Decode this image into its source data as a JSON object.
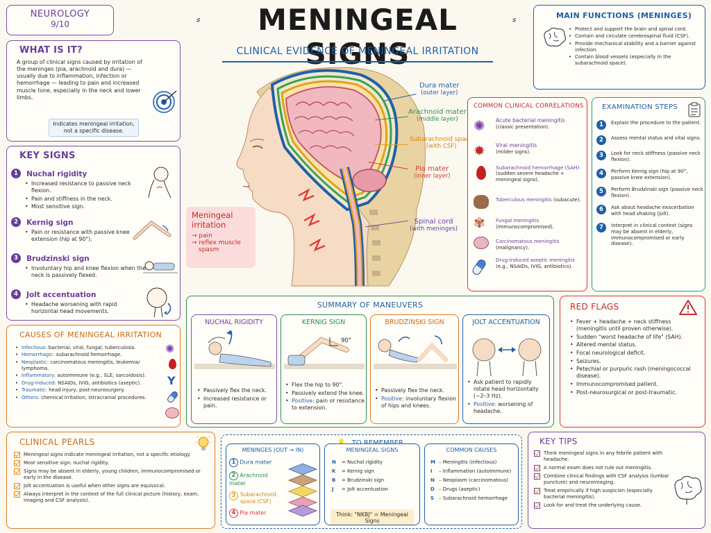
{
  "badge": {
    "line1": "NEUROLOGY",
    "line2": "9/10"
  },
  "title": "MENINGEAL SIGNS",
  "subtitle": "CLINICAL EVIDENCE OF MENINGEAL IRRITATION",
  "what_is_it": {
    "heading": "WHAT IS IT?",
    "text": "A group of clinical signs caused by irritation of the meninges (pia, arachnoid and dura) — usually due to inflammation, infection or hemorrhage — leading to pain and increased muscle tone, especially in the neck and lower limbs.",
    "note": "Indicates meningeal irritation, not a specific disease."
  },
  "key_signs": {
    "heading": "KEY SIGNS",
    "items": [
      {
        "num": "1",
        "title": "Nuchal rigidity",
        "bullets": [
          "Increased resistance to passive neck flexion.",
          "Pain and stiffness in the neck.",
          "Most sensitive sign."
        ]
      },
      {
        "num": "2",
        "title": "Kernig sign",
        "bullets": [
          "Pain or resistance with passive knee extension (hip at 90°)."
        ]
      },
      {
        "num": "3",
        "title": "Brudzinski sign",
        "bullets": [
          "Involuntary hip and knee flexion when the neck is passively flexed."
        ]
      },
      {
        "num": "4",
        "title": "Jolt accentuation",
        "bullets": [
          "Headache worsening with rapid horizontal head movements."
        ]
      }
    ]
  },
  "anatomy": {
    "dura": {
      "name": "Dura mater",
      "sub": "(outer layer)"
    },
    "arachnoid": {
      "name": "Arachnoid mater",
      "sub": "(middle layer)"
    },
    "subarachnoid": {
      "name": "Subarachnoid space",
      "sub": "(with CSF)"
    },
    "pia": {
      "name": "Pia mater",
      "sub": "(inner layer)"
    },
    "cord": {
      "name": "Spinal cord",
      "sub": "(with meninges)"
    },
    "irritation": {
      "title": "Meningeal irritation",
      "l1": "→ pain",
      "l2": "→ reflex muscle",
      "l3": "spasm"
    }
  },
  "main_functions": {
    "heading": "MAIN FUNCTIONS (MENINGES)",
    "items": [
      "Protect and support the brain and spinal cord.",
      "Contain and circulate cerebrospinal fluid (CSF).",
      "Provide mechanical stability and a barrier against infection.",
      "Contain blood vessels (especially in the subarachnoid space)."
    ]
  },
  "correlations": {
    "heading": "COMMON CLINICAL CORRELATIONS",
    "items": [
      {
        "name": "Acute bacterial meningitis",
        "note": "(classic presentation)."
      },
      {
        "name": "Viral meningitis",
        "note": "(milder signs)."
      },
      {
        "name": "Subarachnoid hemorrhage (SAH)",
        "note": "(sudden severe headache + meningeal signs)."
      },
      {
        "name": "Tuberculous meningitis",
        "note": "(subacute)."
      },
      {
        "name": "Fungal meningitis",
        "note": "(immunocompromised)."
      },
      {
        "name": "Carcinomatous meningitis",
        "note": "(malignancy)."
      },
      {
        "name": "Drug-induced aseptic meningitis",
        "note": "(e.g., NSAIDs, IVIG, antibiotics)."
      }
    ]
  },
  "exam_steps": {
    "heading": "EXAMINATION STEPS",
    "items": [
      {
        "num": "1",
        "text": "Explain the procedure to the patient."
      },
      {
        "num": "2",
        "text": "Assess mental status and vital signs."
      },
      {
        "num": "3",
        "text": "Look for neck stiffness (passive neck flexion)."
      },
      {
        "num": "4",
        "text": "Perform Kernig sign (hip at 90°, passive knee extension)."
      },
      {
        "num": "5",
        "text": "Perform Brudzinski sign (passive neck flexion)."
      },
      {
        "num": "6",
        "text": "Ask about headache exacerbation with head shaking (jolt)."
      },
      {
        "num": "7",
        "text": "Interpret in clinical context (signs may be absent in elderly, immunocompromised or early disease)."
      }
    ]
  },
  "causes": {
    "heading": "CAUSES OF MENINGEAL IRRITATION",
    "items": [
      {
        "label": "Infectious:",
        "text": "bacterial, viral, fungal, tuberculosis."
      },
      {
        "label": "Hemorrhagic:",
        "text": "subarachnoid hemorrhage."
      },
      {
        "label": "Neoplastic:",
        "text": "carcinomatous meningitis, leukemia/ lymphoma."
      },
      {
        "label": "Inflammatory:",
        "text": "autoimmune (e.g., SLE, sarcoidosis)."
      },
      {
        "label": "Drug-induced:",
        "text": "NSAIDs, IVIG, antibiotics (aseptic)."
      },
      {
        "label": "Traumatic:",
        "text": "head injury, post-neurosurgery."
      },
      {
        "label": "Others:",
        "text": "chemical irritation, intracranial procedures."
      }
    ]
  },
  "maneuvers": {
    "heading": "SUMMARY OF MANEUVERS",
    "nuchal": {
      "title": "NUCHAL RIGIDITY",
      "b1": "Passively flex the neck.",
      "b2": "Increased resistance or pain."
    },
    "kernig": {
      "title": "KERNIG SIGN",
      "angle": "90°",
      "b1": "Flex the hip to 90°.",
      "b2": "Passively extend the knee.",
      "pos_label": "Positive:",
      "pos_text": "pain or resistance to extension."
    },
    "brudzinski": {
      "title": "BRUDZINSKI SIGN",
      "b1": "Passively flex the neck.",
      "pos_label": "Positive:",
      "pos_text": "involuntary flexion of hips and knees."
    },
    "jolt": {
      "title": "JOLT ACCENTUATION",
      "b1": "Ask patient to rapidly rotate head horizontally (~2–3 Hz).",
      "pos_label": "Positive:",
      "pos_text": "worsening of headache."
    }
  },
  "red_flags": {
    "heading": "RED FLAGS",
    "items": [
      "Fever + headache + neck stiffness (meningitis until proven otherwise).",
      "Sudden \"worst headache of life\" (SAH).",
      "Altered mental status.",
      "Focal neurological deficit.",
      "Seizures.",
      "Petechial or purpuric rash (meningococcal disease).",
      "Immunocompromised patient.",
      "Post-neurosurgical or post-traumatic."
    ]
  },
  "pearls": {
    "heading": "CLINICAL PEARLS",
    "items": [
      "Meningeal signs indicate meningeal irritation, not a specific etiology.",
      "Most sensitive sign: nuchal rigidity.",
      "Signs may be absent in elderly, young children, immunocompromised or early in the disease.",
      "Jolt accentuation is useful when other signs are equivocal.",
      "Always interpret in the context of the full clinical picture (history, exam, imaging and CSF analysis)."
    ]
  },
  "remember": {
    "heading": "TO REMEMBER",
    "meninges": {
      "title": "MENINGES (OUT → IN)",
      "items": [
        {
          "num": "1",
          "text": "Dura mater"
        },
        {
          "num": "2",
          "text": "Arachnoid mater"
        },
        {
          "num": "3",
          "text": "Subarachnoid space (CSF)"
        },
        {
          "num": "4",
          "text": "Pia mater"
        }
      ]
    },
    "signs": {
      "title": "MENINGEAL SIGNS",
      "items": [
        {
          "k": "N",
          "v": "= Nuchal rigidity"
        },
        {
          "k": "K",
          "v": "= Kernig sign"
        },
        {
          "k": "B",
          "v": "= Brudzinski sign"
        },
        {
          "k": "J",
          "v": "= Jolt accentuation"
        }
      ],
      "think": "Think: \"NKBJ\" = Meningeal Signs"
    },
    "causes": {
      "title": "COMMON CAUSES",
      "items": [
        {
          "k": "M",
          "v": "– Meningitis (infectious)"
        },
        {
          "k": "I",
          "v": "– Inflammation (autoimmune)"
        },
        {
          "k": "N",
          "v": "– Neoplasm (carcinomatous)"
        },
        {
          "k": "D",
          "v": "– Drugs (aseptic)"
        },
        {
          "k": "S",
          "v": "– Subarachnoid hemorrhage"
        }
      ]
    }
  },
  "key_tips": {
    "heading": "KEY TIPS",
    "items": [
      "Think meningeal signs in any febrile patient with headache.",
      "A normal exam does not rule out meningitis.",
      "Combine clinical findings with CSF analysis (lumbar puncture) and neuroimaging.",
      "Treat empirically if high suspicion (especially bacterial meningitis).",
      "Look for and treat the underlying cause."
    ]
  },
  "colors": {
    "purple": "#6a3d9a",
    "blue": "#1f5fa8",
    "red": "#d23a3a",
    "orange": "#e07a1f",
    "green": "#2e8b57",
    "teal": "#2a9d8f"
  }
}
